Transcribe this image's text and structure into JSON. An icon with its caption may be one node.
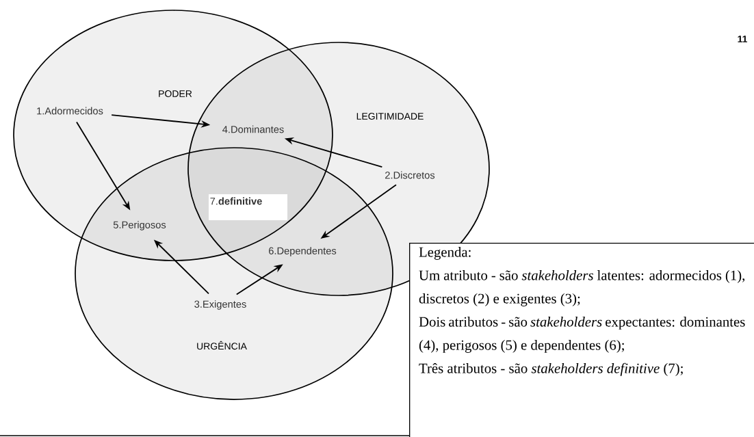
{
  "diagram": {
    "nodes": [
      {
        "text": [
          "PODER"
        ]
      },
      {
        "text": [
          "1.Adormecidos"
        ],
        "in": 0
      },
      {
        "text": [
          "LEGITIMIDADE"
        ]
      },
      {
        "text": [
          "2.Discretos"
        ],
        "in": 2
      },
      {
        "text": [
          "URGÊNCIA"
        ]
      },
      {
        "text": [
          "3.Exigentes"
        ],
        "in": 4
      },
      {
        "text": [
          "4.Dominantes"
        ]
      },
      {
        "text": [
          "7.**definitive**"
        ]
      },
      {
        "text": [
          "5.Perigosos"
        ]
      },
      {
        "text": [
          "6.Dependentes"
        ]
      },
      {
        "text": [
          "Legenda:",
          "Um atributo - são *stakeholders* latentes: adormecidos (1), discretos (2) e exigentes (3);",
          "Dois atributos - são *stakeholders* expectantes: dominantes (4), perigosos (5) e dependentes (6);",
          "Três atributos - são *stakeholders definitive* (7);"
        ]
      }
    ],
    "edges": [
      {
        "from": 1,
        "to": 6,
        "arrow": "to"
      },
      {
        "from": 1,
        "to": 8,
        "arrow": "to"
      },
      {
        "from": 3,
        "to": 6,
        "arrow": "to"
      },
      {
        "from": 3,
        "to": 9,
        "arrow": "to"
      },
      {
        "from": 5,
        "to": 8,
        "arrow": "to"
      },
      {
        "from": 5,
        "to": 9,
        "arrow": "to"
      }
    ],
    "labels": [
      "11"
    ]
  }
}
